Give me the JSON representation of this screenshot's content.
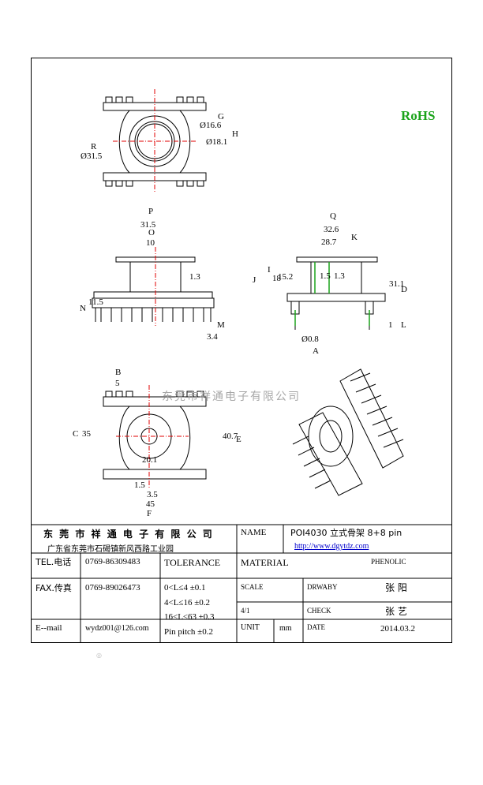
{
  "rohs": "RoHS",
  "watermark": "东莞市祥通电子有限公司",
  "footer_mark": "◎",
  "dimensions": {
    "d1": "Ø16.6",
    "d2": "Ø18.1",
    "d3": "Ø31.5",
    "w_top": "31.5",
    "w_core": "10",
    "h_core": "1.3",
    "h_base": "11.5",
    "pin_len": "3.4",
    "w_side": "32.6",
    "w_side_inner": "28.7",
    "h_total": "18",
    "h_inner": "15.2",
    "flange1": "1.5",
    "flange2": "1.3",
    "h_side": "31.1",
    "pin_base": "1",
    "pin_dia": "Ø0.8",
    "pitch_top": "5",
    "depth": "35",
    "body_len": "40.7",
    "span": "20.1",
    "pin_pitch": "1.5",
    "row_pitch": "3.5",
    "overall": "45"
  },
  "labels": {
    "G": "G",
    "H": "H",
    "R": "R",
    "P": "P",
    "O": "O",
    "N": "N",
    "M": "M",
    "Q": "Q",
    "K": "K",
    "J": "J",
    "I": "I",
    "D": "D",
    "L": "L",
    "A": "A",
    "B": "B",
    "C": "C",
    "E": "E",
    "F": "F"
  },
  "title_block": {
    "company": "东 莞 市 祥 通 电 子 有 限 公 司",
    "address": "广东省东莞市石碣镇新风西路工业园",
    "name_label": "NAME",
    "name_value": "POI4030 立式骨架 8+8 pin",
    "url": "http://www.dgytdz.com",
    "tel_label": "TEL.电话",
    "tel_value": "0769-86309483",
    "tolerance_label": "TOLERANCE",
    "material_label": "MATERIAL",
    "material_value": "PHENOLIC",
    "fax_label": "FAX.传真",
    "fax_value": "0769-89026473",
    "tol1": "0<L≤4   ±0.1",
    "tol2": "4<L≤16  ±0.2",
    "tol3": "16<L≤63 ±0.3",
    "tol4": "Pin pitch ±0.2",
    "scale_label": "SCALE",
    "scale_value": "4/1",
    "drawby_label": "DRWABY",
    "drawby_value": "张 阳",
    "check_label": "CHECK",
    "check_value": "张 艺",
    "email_label": "E--mail",
    "email_value": "wydz001@126.com",
    "unit_label": "UNIT",
    "unit_value": "mm",
    "date_label": "DATE",
    "date_value": "2014.03.2"
  }
}
